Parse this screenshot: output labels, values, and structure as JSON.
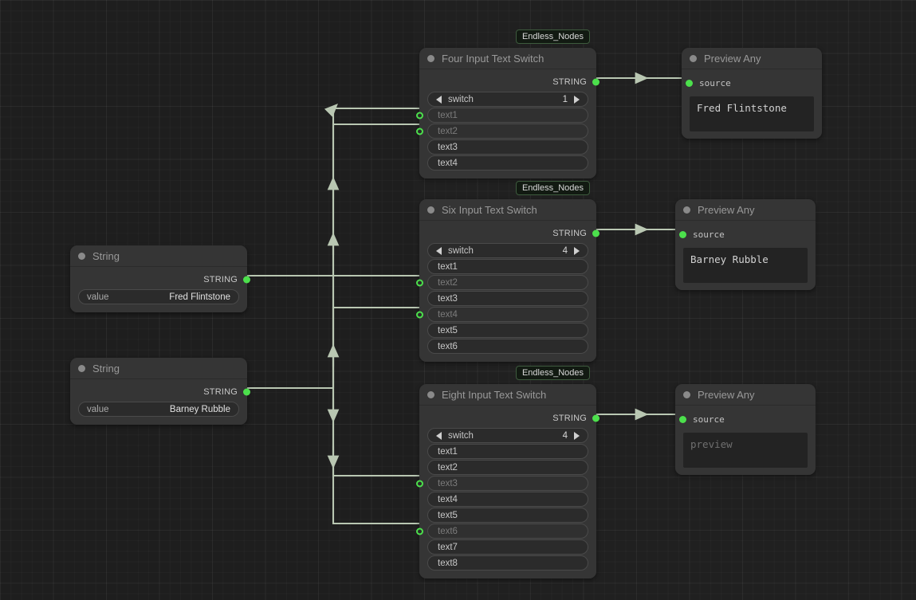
{
  "app": {
    "graph_background": "#1e1e1e",
    "accent_green": "#4ce04c",
    "wire_color": "#b9c7b2"
  },
  "nodes": {
    "string1": {
      "title": "String",
      "output_label": "STRING",
      "widget_label": "value",
      "widget_value": "Fred Flintstone"
    },
    "string2": {
      "title": "String",
      "output_label": "STRING",
      "widget_label": "value",
      "widget_value": "Barney Rubble"
    },
    "four_switch": {
      "badge": "Endless_Nodes",
      "title": "Four Input Text Switch",
      "output_label": "STRING",
      "switch_label": "switch",
      "switch_value": "1",
      "inputs": [
        {
          "label": "text1",
          "connected": true
        },
        {
          "label": "text2",
          "connected": true
        },
        {
          "label": "text3",
          "connected": false
        },
        {
          "label": "text4",
          "connected": false
        }
      ]
    },
    "six_switch": {
      "badge": "Endless_Nodes",
      "title": "Six Input Text Switch",
      "output_label": "STRING",
      "switch_label": "switch",
      "switch_value": "4",
      "inputs": [
        {
          "label": "text1",
          "connected": false
        },
        {
          "label": "text2",
          "connected": true
        },
        {
          "label": "text3",
          "connected": false
        },
        {
          "label": "text4",
          "connected": true
        },
        {
          "label": "text5",
          "connected": false
        },
        {
          "label": "text6",
          "connected": false
        }
      ]
    },
    "eight_switch": {
      "badge": "Endless_Nodes",
      "title": "Eight Input Text Switch",
      "output_label": "STRING",
      "switch_label": "switch",
      "switch_value": "4",
      "inputs": [
        {
          "label": "text1",
          "connected": false
        },
        {
          "label": "text2",
          "connected": false
        },
        {
          "label": "text3",
          "connected": true
        },
        {
          "label": "text4",
          "connected": false
        },
        {
          "label": "text5",
          "connected": false
        },
        {
          "label": "text6",
          "connected": true
        },
        {
          "label": "text7",
          "connected": false
        },
        {
          "label": "text8",
          "connected": false
        }
      ]
    },
    "preview1": {
      "title": "Preview Any",
      "source_label": "source",
      "text": "Fred Flintstone",
      "is_placeholder": false
    },
    "preview2": {
      "title": "Preview Any",
      "source_label": "source",
      "text": "Barney Rubble",
      "is_placeholder": false
    },
    "preview3": {
      "title": "Preview Any",
      "source_label": "source",
      "text": "preview",
      "is_placeholder": true
    }
  }
}
